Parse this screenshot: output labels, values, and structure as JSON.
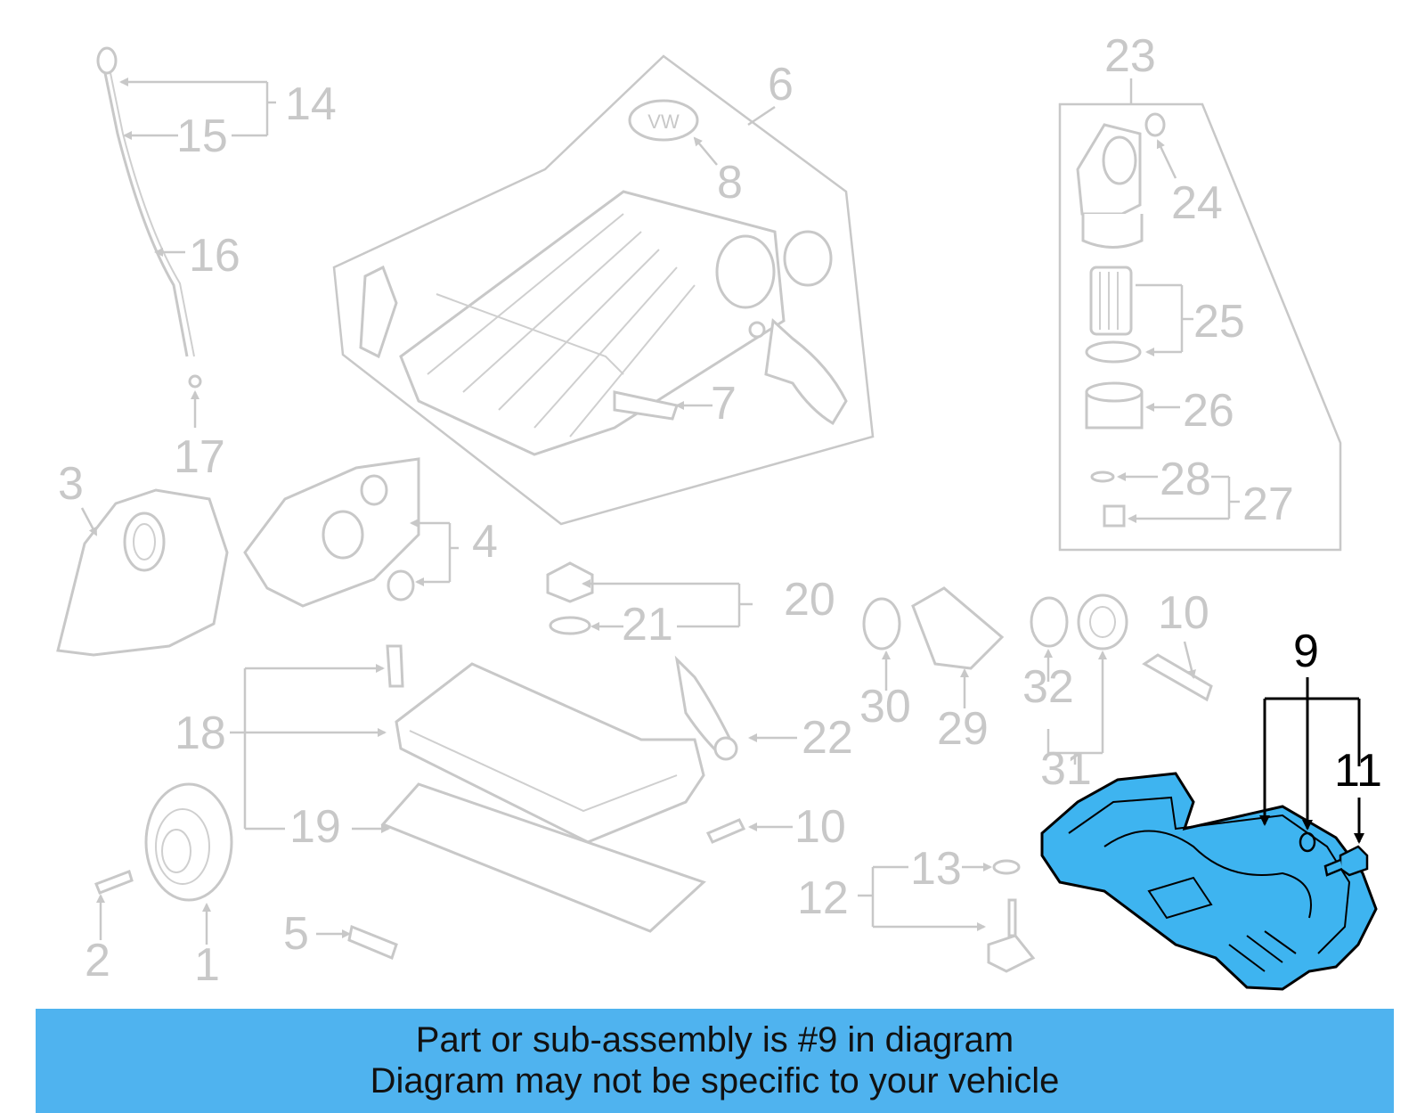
{
  "labels": {
    "l1": "1",
    "l2": "2",
    "l3": "3",
    "l4": "4",
    "l5": "5",
    "l6": "6",
    "l7": "7",
    "l8": "8",
    "l9": "9",
    "l10a": "10",
    "l10b": "10",
    "l11": "11",
    "l12": "12",
    "l13": "13",
    "l14": "14",
    "l15": "15",
    "l16": "16",
    "l17": "17",
    "l18": "18",
    "l19": "19",
    "l20": "20",
    "l21": "21",
    "l22": "22",
    "l23": "23",
    "l24": "24",
    "l25": "25",
    "l26": "26",
    "l27": "27",
    "l28": "28",
    "l29": "29",
    "l30": "30",
    "l31": "31",
    "l32": "32"
  },
  "highlight": {
    "part_number": "9",
    "color": "#3eb4f0"
  },
  "banner": {
    "line1": "Part or sub-assembly is #9 in diagram",
    "line2": "Diagram may not be specific to your vehicle",
    "background": "#4fb3ef"
  }
}
